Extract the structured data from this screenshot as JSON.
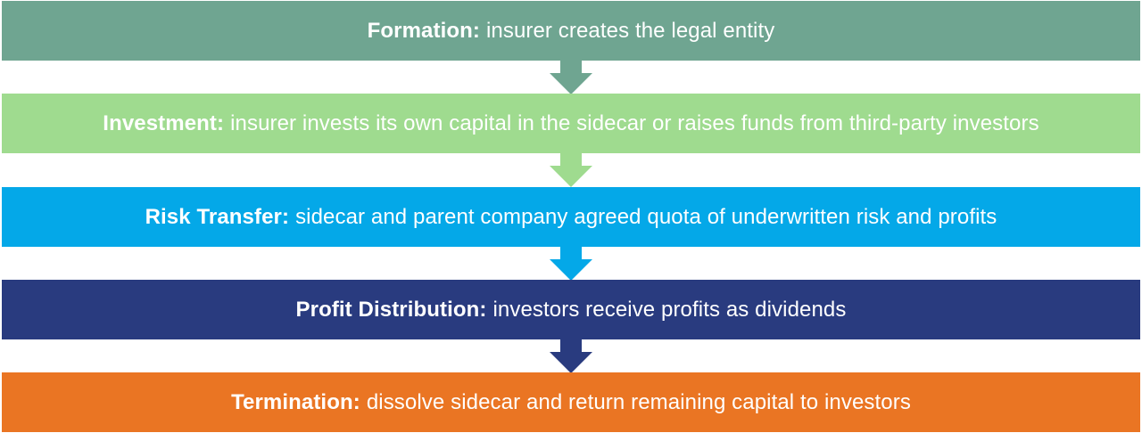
{
  "steps": [
    {
      "title": "Formation:",
      "description": "insurer creates the legal entity",
      "color": "#6fa591"
    },
    {
      "title": "Investment:",
      "description": "insurer invests its own capital in the sidecar or raises funds from third-party investors",
      "color": "#9fdb8f"
    },
    {
      "title": "Risk Transfer:",
      "description": "sidecar and parent company agreed quota of underwritten risk and profits",
      "color": "#04a8e8"
    },
    {
      "title": "Profit Distribution:",
      "description": "investors receive profits as dividends",
      "color": "#293b7f"
    },
    {
      "title": "Termination:",
      "description": "dissolve sidecar and return remaining capital to investors",
      "color": "#ea7523"
    }
  ],
  "icons": {
    "connector": "arrow-down-icon"
  }
}
